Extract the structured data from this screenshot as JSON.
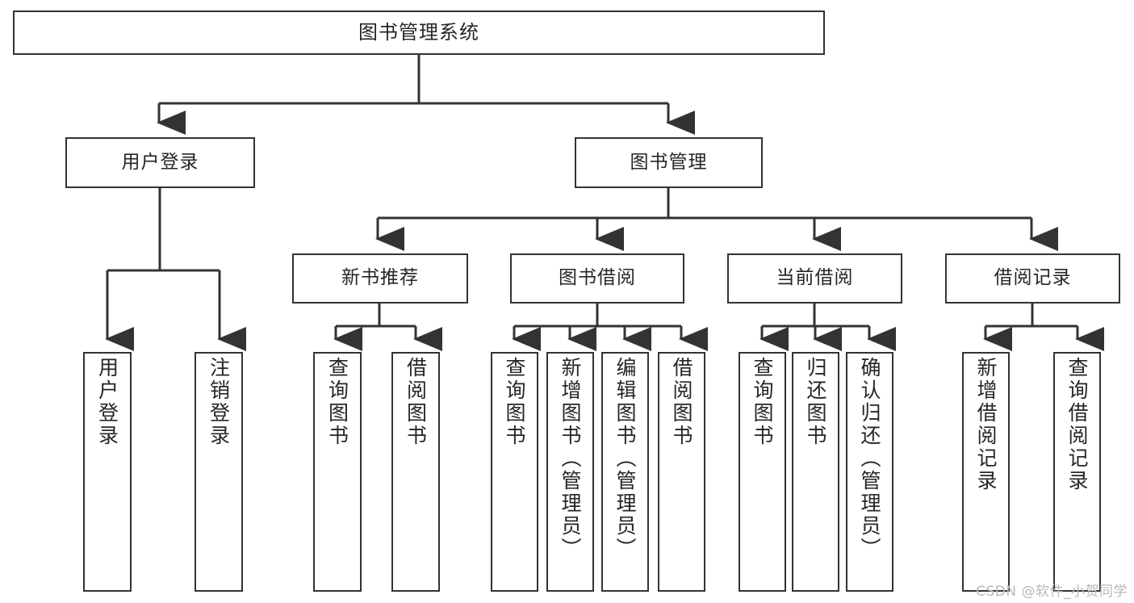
{
  "diagram": {
    "type": "tree-hierarchy",
    "title": "图书管理系统",
    "watermark": "CSDN @软件_小贺同学",
    "colors": {
      "stroke": "#333333",
      "fill": "#ffffff",
      "text": "#262626",
      "watermark": "#b9b9b9"
    },
    "nodes": {
      "root": {
        "label": "图书管理系统"
      },
      "level1": [
        {
          "label": "用户登录"
        },
        {
          "label": "图书管理"
        }
      ],
      "level2": [
        {
          "label": "新书推荐"
        },
        {
          "label": "图书借阅"
        },
        {
          "label": "当前借阅"
        },
        {
          "label": "借阅记录"
        }
      ],
      "leaves": {
        "user_login": [
          {
            "label": "用户登录"
          },
          {
            "label": "注销登录"
          }
        ],
        "new_book": [
          {
            "label": "查询图书"
          },
          {
            "label": "借阅图书"
          }
        ],
        "borrow": [
          {
            "label": "查询图书"
          },
          {
            "label": "新增图书（管理员）"
          },
          {
            "label": "编辑图书（管理员）"
          },
          {
            "label": "借阅图书"
          }
        ],
        "current": [
          {
            "label": "查询图书"
          },
          {
            "label": "归还图书"
          },
          {
            "label": "确认归还（管理员）"
          }
        ],
        "records": [
          {
            "label": "新增借阅记录"
          },
          {
            "label": "查询借阅记录"
          }
        ]
      }
    }
  }
}
